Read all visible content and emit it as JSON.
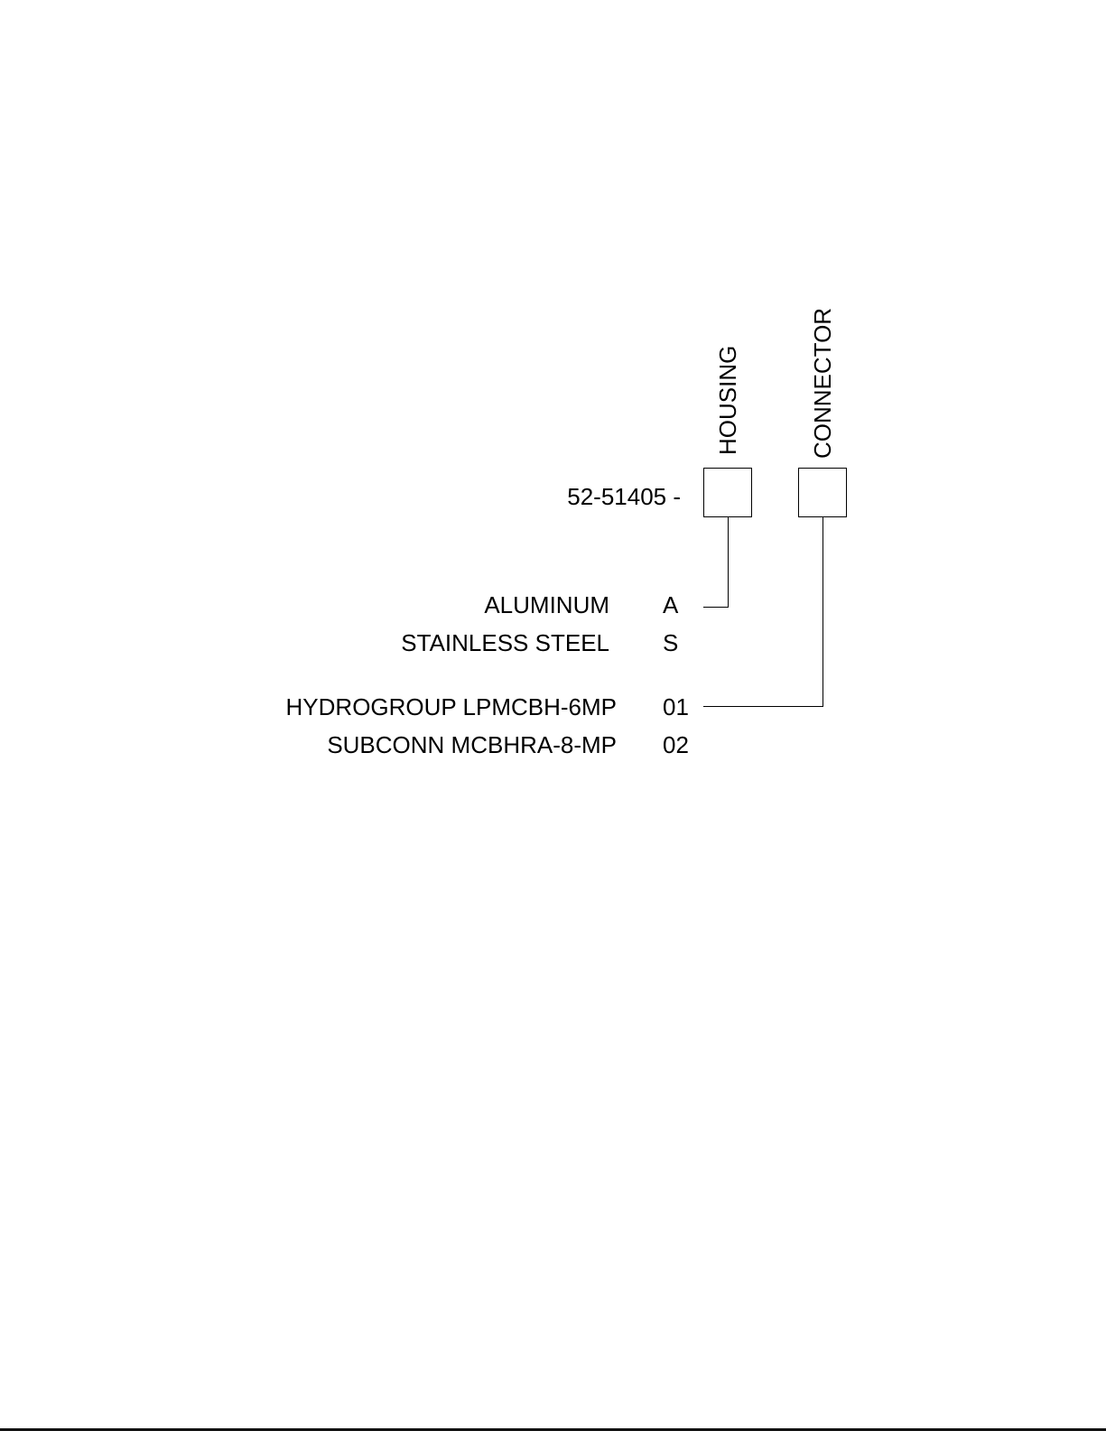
{
  "part_prefix": "52-51405 -",
  "fields": [
    {
      "label": "HOUSING"
    },
    {
      "label": "CONNECTOR"
    }
  ],
  "housing_options": [
    {
      "name": "ALUMINUM",
      "code": "A"
    },
    {
      "name": "STAINLESS STEEL",
      "code": "S"
    }
  ],
  "connector_options": [
    {
      "name": "HYDROGROUP LPMCBH-6MP",
      "code": "01"
    },
    {
      "name": "SUBCONN MCBHRA-8-MP",
      "code": "02"
    }
  ]
}
